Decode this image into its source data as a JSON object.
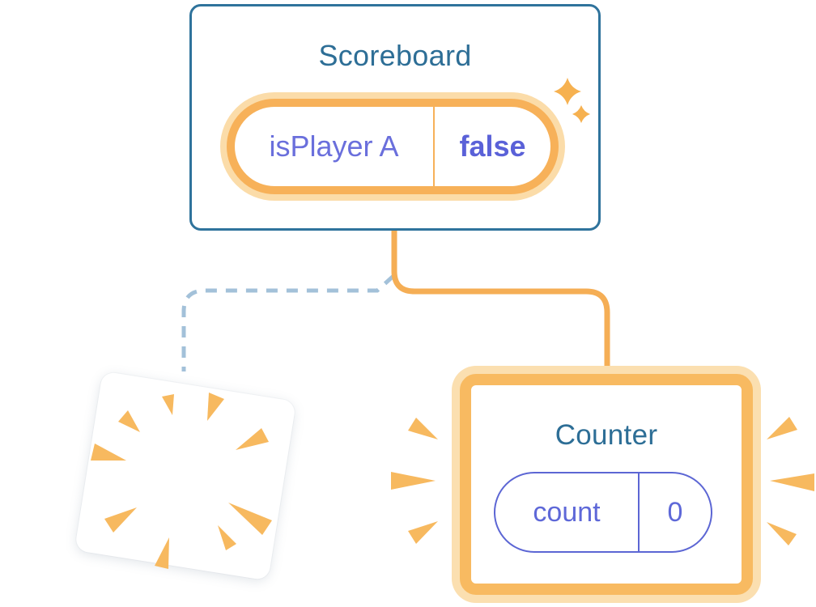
{
  "diagram": {
    "description": "Component tree state diagram",
    "connections": [
      {
        "from": "Scoreboard",
        "to": "Counter",
        "style": "solid-orange"
      },
      {
        "from": "Scoreboard",
        "to": "destroyed-component",
        "style": "dashed-blue"
      }
    ]
  },
  "scoreboard": {
    "title": "Scoreboard",
    "state": {
      "name": "isPlayer A",
      "value": "false"
    }
  },
  "counter": {
    "title": "Counter",
    "state": {
      "name": "count",
      "value": "0"
    }
  },
  "poof": {
    "meaning": "destroyed component with burst effect"
  },
  "icons": {
    "sparkles": "sparkle-icon",
    "burst": "poof-burst-icon",
    "emphasis_left": "emphasis-marks-left-icon",
    "emphasis_right": "emphasis-marks-right-icon"
  },
  "colors": {
    "background": "#FFFFFF",
    "card_border_blue": "#2F739C",
    "title_teal": "#2D6E96",
    "state_name_purple": "#6A6FDC",
    "state_value_purple": "#5A61D8",
    "count_purple": "#5E68D8",
    "pill_purple_border": "#5C66D4",
    "orange_main": "#F7B159",
    "orange_border": "#F8BA61",
    "orange_glow": "#FBDCA9",
    "orange_accent": "#F7B95F",
    "connector_orange": "#F5AE55",
    "connector_dashed_blue": "#A3C1D9"
  }
}
